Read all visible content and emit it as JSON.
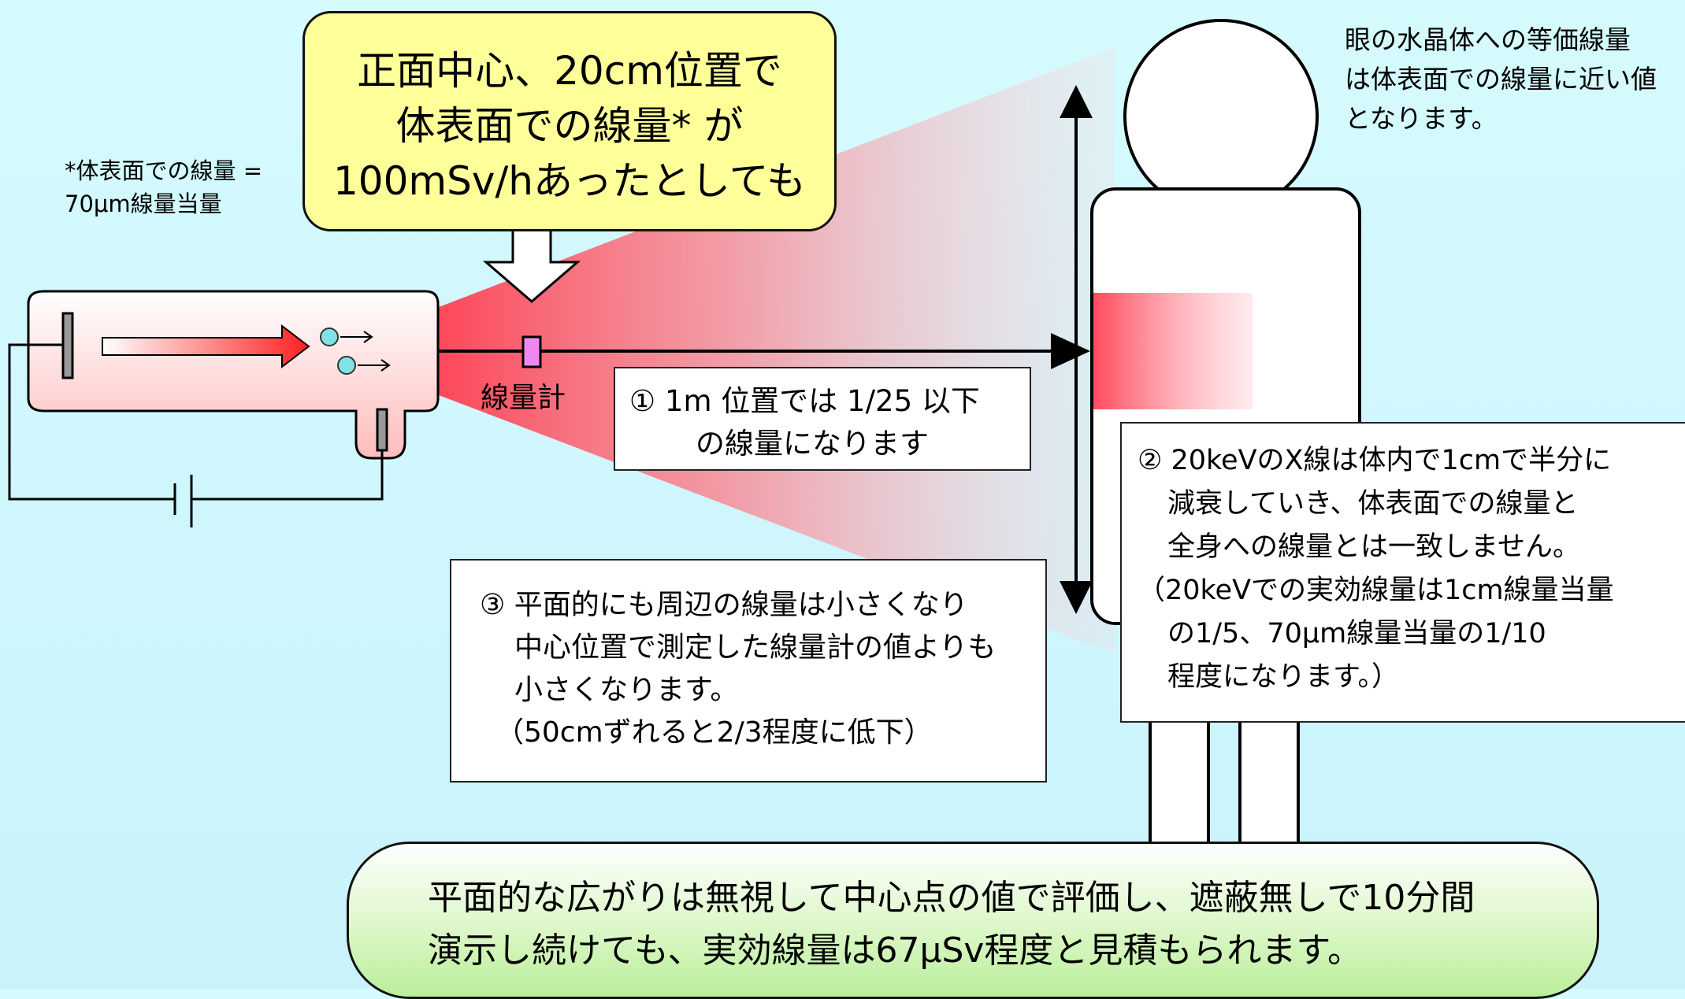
{
  "callout": {
    "line1": "正面中心、20cm位置で",
    "line2": "体表面での線量* が",
    "line3": "100mSv/hあったとしても"
  },
  "footnote": {
    "line1": "*体表面での線量 =",
    "line2": "70μm線量当量"
  },
  "eye_note": {
    "line1": "眼の水晶体への等価線量",
    "line2": "は体表面での線量に近い値",
    "line3": "となります。"
  },
  "dosimeter_label": "線量計",
  "note1": {
    "line1": "① 1m 位置では 1/25 以下",
    "line2": "の線量になります"
  },
  "note2": {
    "line1": "② 20keVのX線は体内で1cmで半分に",
    "line2": "減衰していき、体表面での線量と",
    "line3": "全身への線量とは一致しません。",
    "line4": "（20keVでの実効線量は1cm線量当量",
    "line5": "の1/5、70μm線量当量の1/10",
    "line6": "程度になります。）"
  },
  "note3": {
    "line1": "③ 平面的にも周辺の線量は小さくなり",
    "line2": "中心位置で測定した線量計の値よりも",
    "line3": "小さくなります。",
    "line4": "（50cmずれると2/3程度に低下）"
  },
  "conclusion": {
    "line1": "平面的な広がりは無視して中心点の値で評価し、遮蔽無しで10分間",
    "line2": "演示し続けても、実効線量は67μSv程度と見積もられます。"
  },
  "colors": {
    "background": "#d5fbfe",
    "beam": "#ff4f5f",
    "callout": "#ffff99",
    "conclusion": "#b9ef9a",
    "tube": "#ffc7c7",
    "electron": "#7fe3e6",
    "dosimeter": "#ee88ee"
  }
}
